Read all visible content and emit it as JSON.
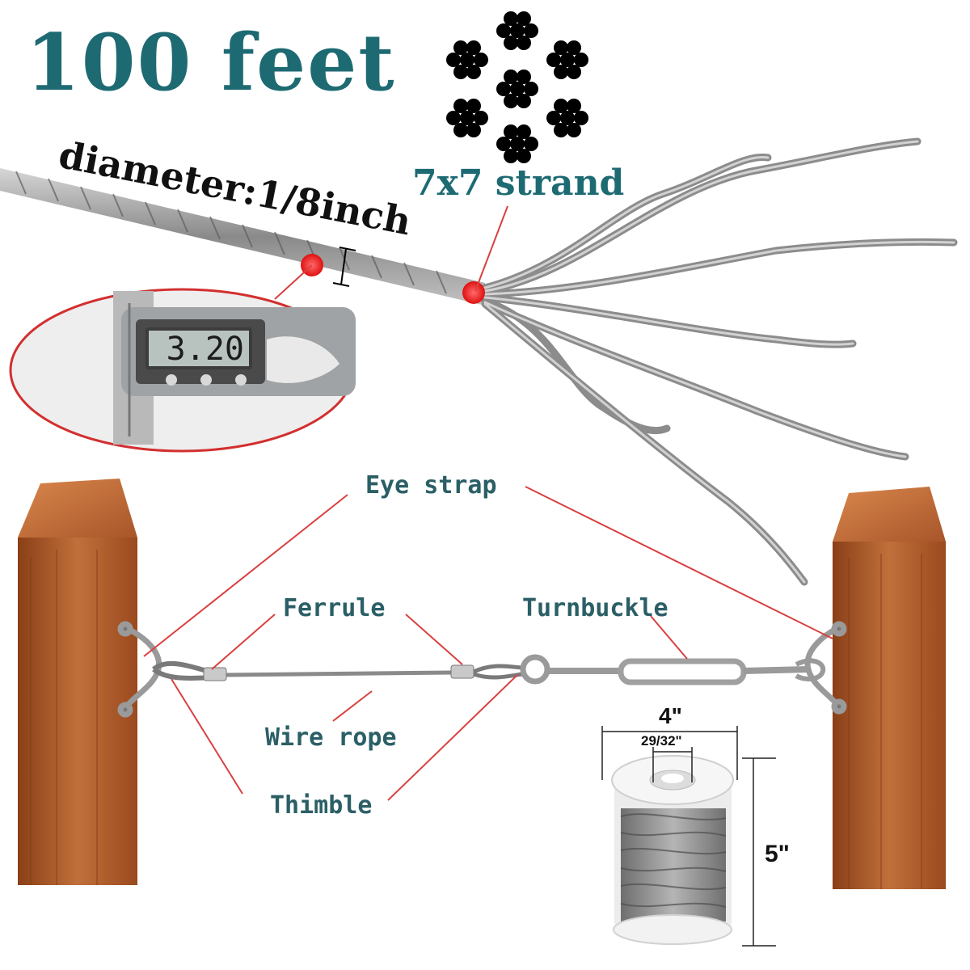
{
  "headline": "100 feet",
  "cross_section_label": "7x7 strand",
  "diameter_label": "diameter:1/8inch",
  "caliper_readout": "3.20",
  "labels": {
    "eye_strap": "Eye strap",
    "ferrule": "Ferrule",
    "turnbuckle": "Turnbuckle",
    "wire_rope": "Wire rope",
    "thimble": "Thimble"
  },
  "spool_dimensions": {
    "width": "4\"",
    "core": "29/32\"",
    "height": "5\""
  },
  "colors": {
    "headline": "#1e6a73",
    "labels": "#2b5f66",
    "leader_lines": "#d94040",
    "marker": "#ff2020",
    "wood": "#b8642e"
  }
}
